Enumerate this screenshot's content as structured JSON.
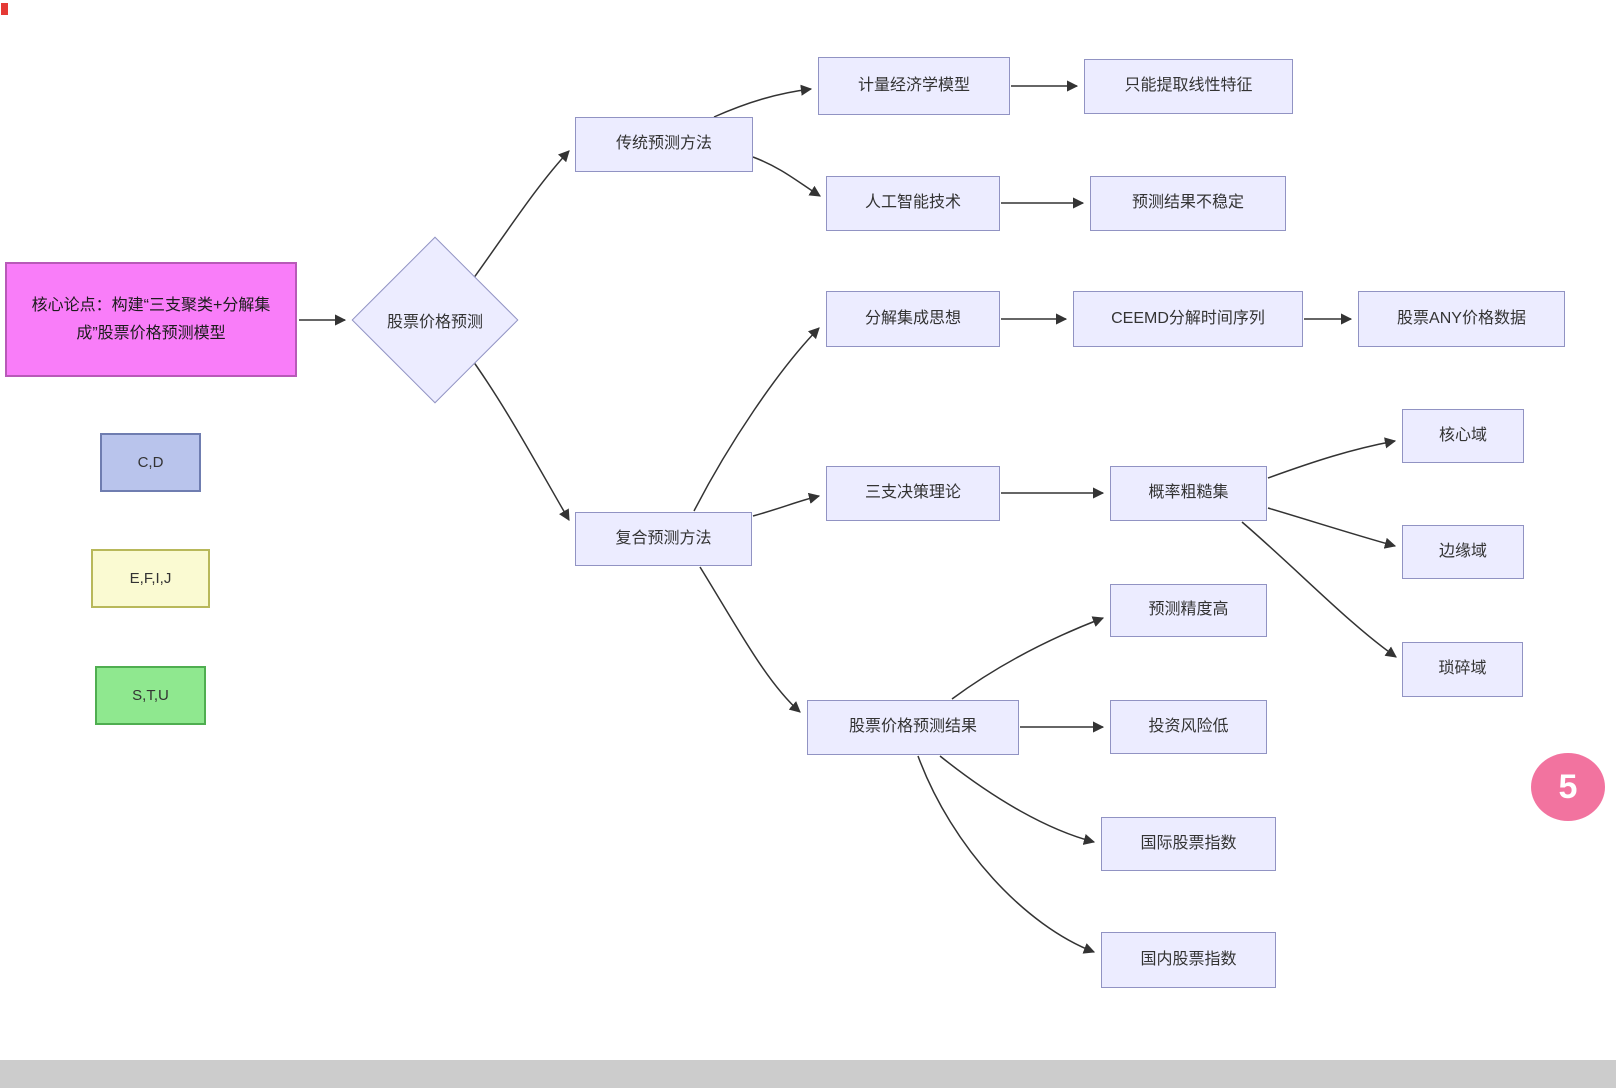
{
  "nodes": {
    "root": "核心论点：构建“三支聚类+分解集成”股票价格预测模型",
    "center": "股票价格预测",
    "traditional": "传统预测方法",
    "econometric": "计量经济学模型",
    "linear_only": "只能提取线性特征",
    "ai": "人工智能技术",
    "unstable": "预测结果不稳定",
    "composite": "复合预测方法",
    "decomposition": "分解集成思想",
    "ceemd": "CEEMD分解时间序列",
    "any_price": "股票ANY价格数据",
    "three_way": "三支决策理论",
    "rough_set": "概率粗糙集",
    "core_domain": "核心域",
    "boundary_domain": "边缘域",
    "trivial_domain": "琐碎域",
    "high_accuracy": "预测精度高",
    "low_risk": "投资风险低",
    "intl_index": "国际股票指数",
    "domestic_index": "国内股票指数"
  },
  "legend": {
    "cd": "C,D",
    "efij": "E,F,I,J",
    "stu": "S,T,U"
  },
  "badge": {
    "label": "5"
  },
  "colors": {
    "node_fill": "#ececff",
    "node_border": "#9193c3",
    "root_fill": "#f97df9",
    "root_border": "#b85ab8",
    "legend_cd_fill": "#b9c4ec",
    "legend_efij_fill": "#fafad2",
    "legend_stu_fill": "#8fe88f",
    "edge": "#333333",
    "badge_fill": "#f2739f",
    "bottom_bar": "#cccccc"
  }
}
